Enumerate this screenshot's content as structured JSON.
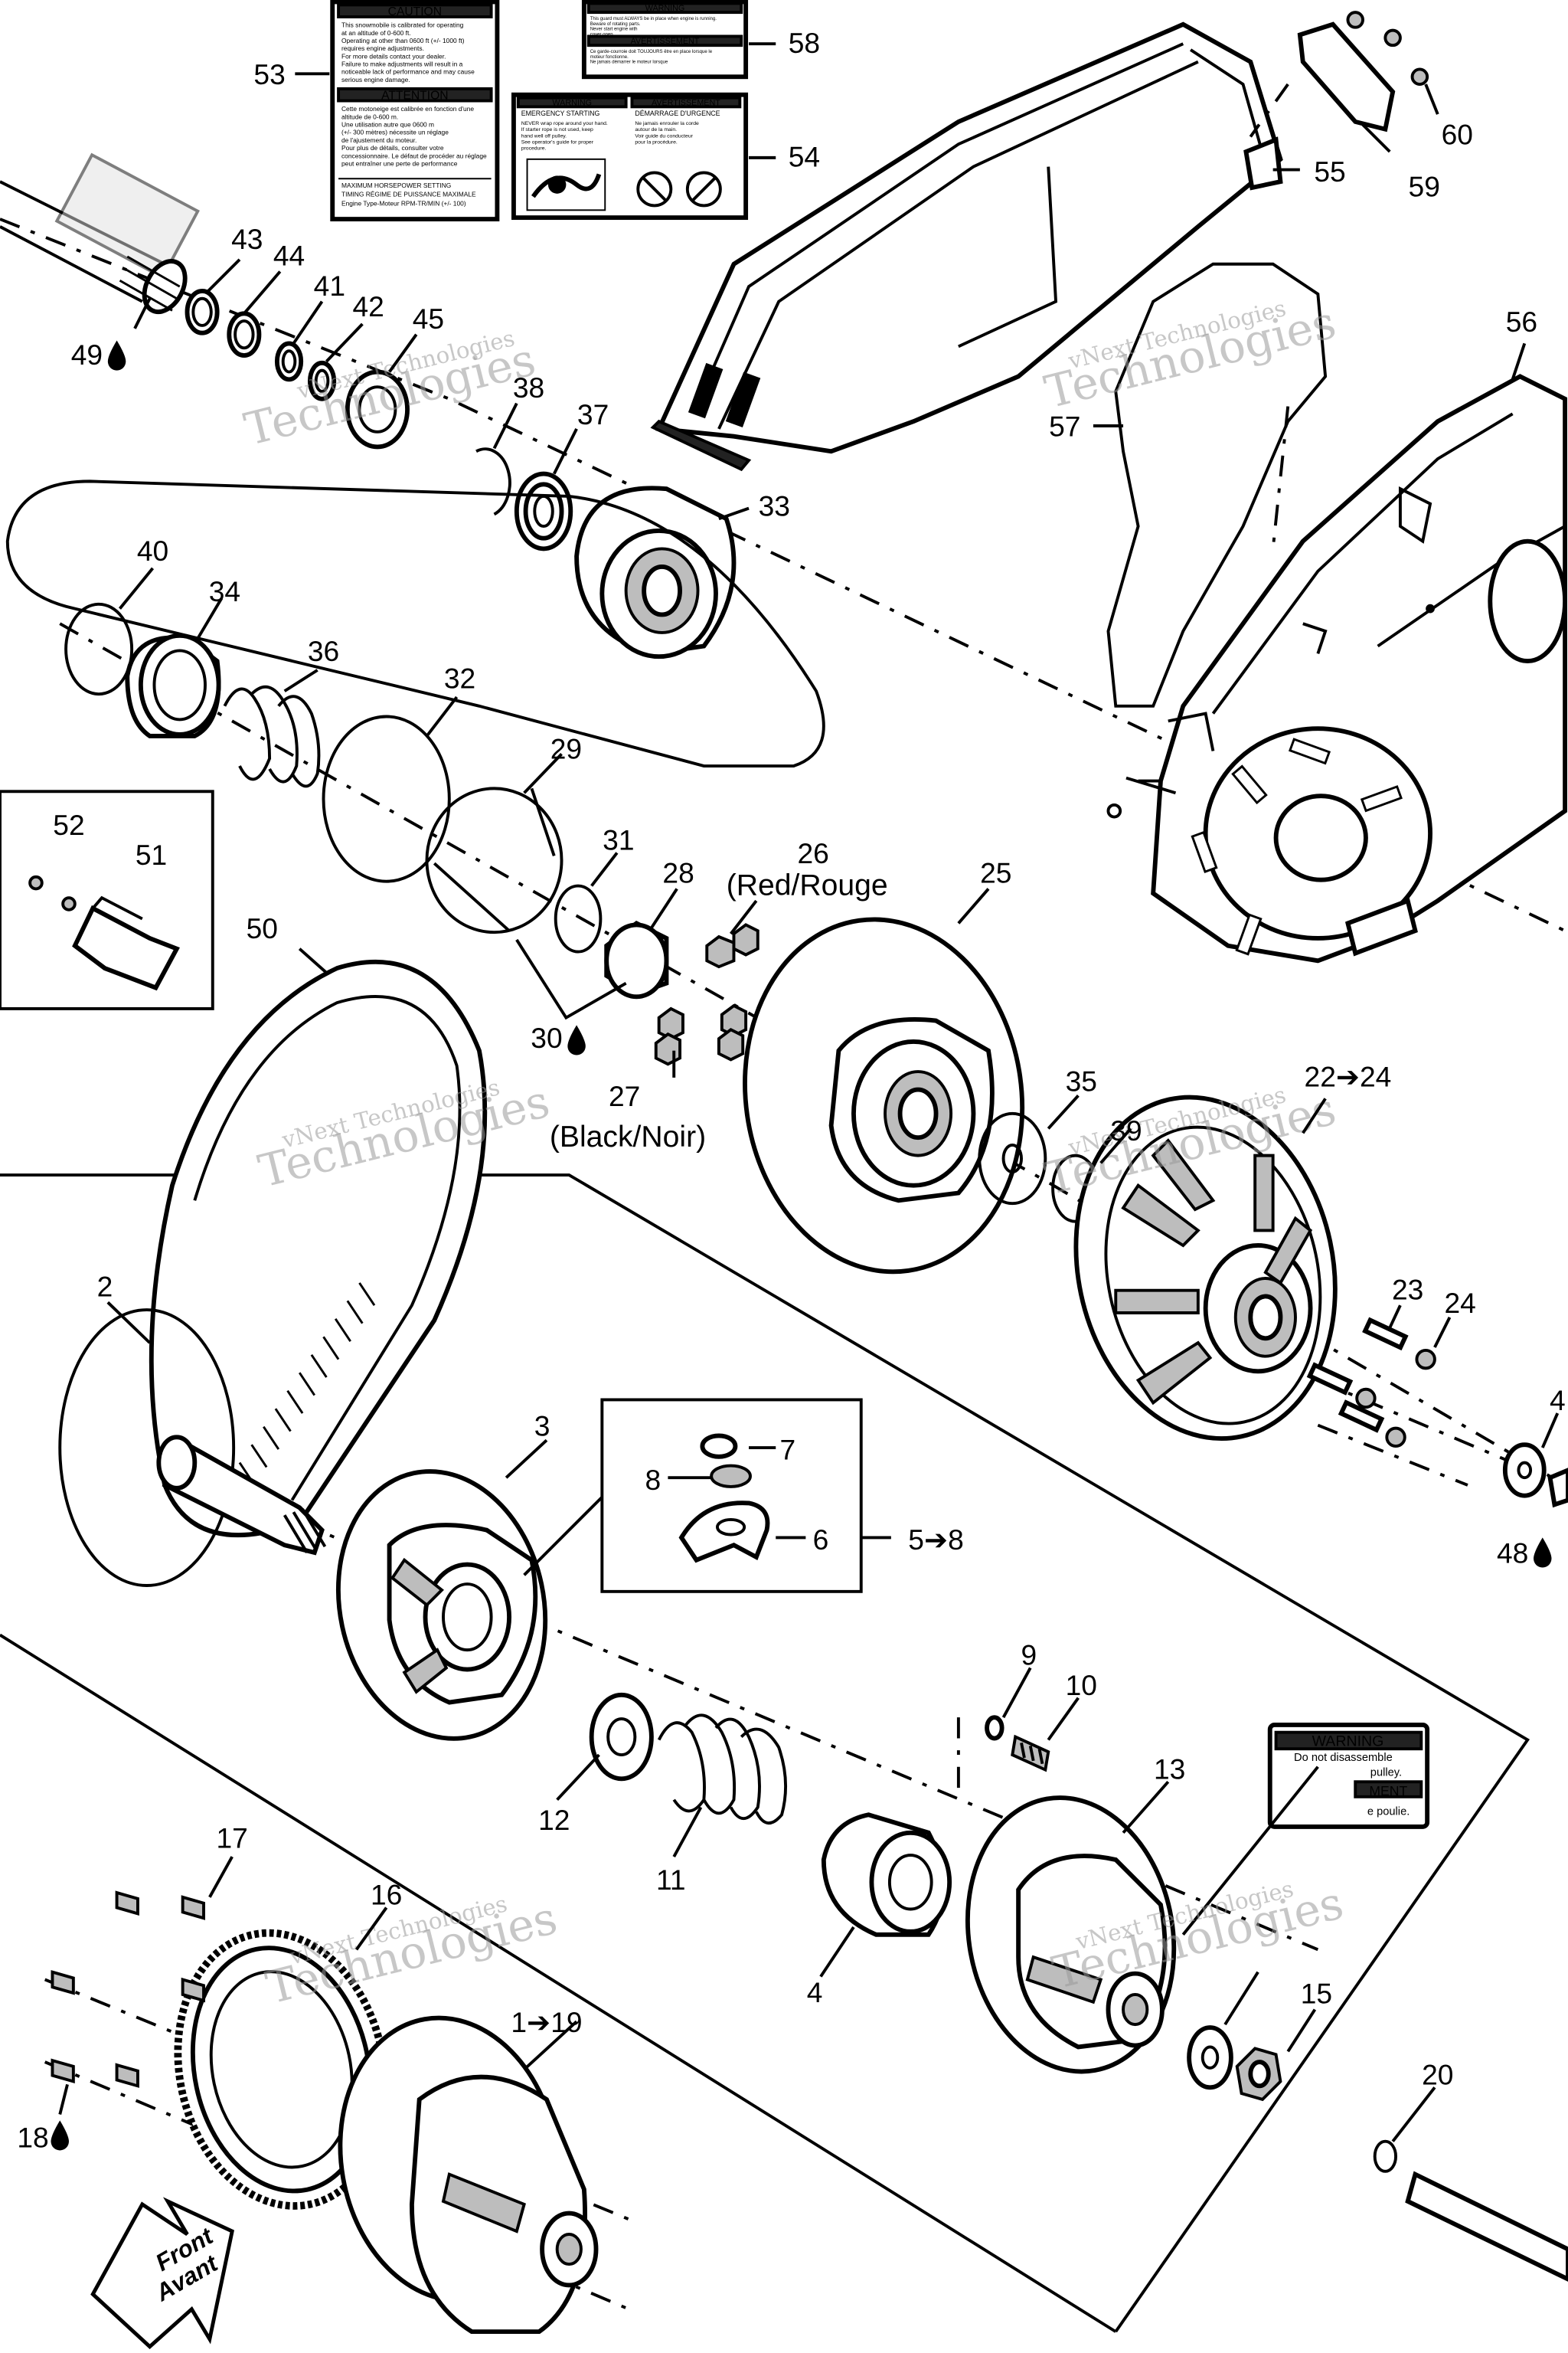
{
  "callouts": [
    {
      "id": "c53",
      "text": "53"
    },
    {
      "id": "c58",
      "text": "58"
    },
    {
      "id": "c54",
      "text": "54"
    },
    {
      "id": "c55",
      "text": "55"
    },
    {
      "id": "c59",
      "text": "59"
    },
    {
      "id": "c60",
      "text": "60"
    },
    {
      "id": "c43",
      "text": "43"
    },
    {
      "id": "c44",
      "text": "44"
    },
    {
      "id": "c41",
      "text": "41"
    },
    {
      "id": "c42",
      "text": "42"
    },
    {
      "id": "c45",
      "text": "45"
    },
    {
      "id": "c49",
      "text": "49"
    },
    {
      "id": "c38",
      "text": "38"
    },
    {
      "id": "c37",
      "text": "37"
    },
    {
      "id": "c33",
      "text": "33"
    },
    {
      "id": "c56",
      "text": "56"
    },
    {
      "id": "c57",
      "text": "57"
    },
    {
      "id": "c40",
      "text": "40"
    },
    {
      "id": "c34",
      "text": "34"
    },
    {
      "id": "c36",
      "text": "36"
    },
    {
      "id": "c32",
      "text": "32"
    },
    {
      "id": "c29",
      "text": "29"
    },
    {
      "id": "c52",
      "text": "52"
    },
    {
      "id": "c51",
      "text": "51"
    },
    {
      "id": "c31",
      "text": "31"
    },
    {
      "id": "c28",
      "text": "28"
    },
    {
      "id": "c26",
      "text": "26"
    },
    {
      "id": "c25",
      "text": "25"
    },
    {
      "id": "c50",
      "text": "50"
    },
    {
      "id": "c30",
      "text": "30"
    },
    {
      "id": "c27",
      "text": "27"
    },
    {
      "id": "c35",
      "text": "35"
    },
    {
      "id": "c39",
      "text": "39"
    },
    {
      "id": "c22",
      "text": "22➔24"
    },
    {
      "id": "c23",
      "text": "23"
    },
    {
      "id": "c24",
      "text": "24"
    },
    {
      "id": "c2",
      "text": "2"
    },
    {
      "id": "c47",
      "text": "4"
    },
    {
      "id": "c48",
      "text": "48"
    },
    {
      "id": "c3",
      "text": "3"
    },
    {
      "id": "c7",
      "text": "7"
    },
    {
      "id": "c8",
      "text": "8"
    },
    {
      "id": "c6",
      "text": "6"
    },
    {
      "id": "c58b",
      "text": "5➔8"
    },
    {
      "id": "c9",
      "text": "9"
    },
    {
      "id": "c10",
      "text": "10"
    },
    {
      "id": "c13",
      "text": "13"
    },
    {
      "id": "c12",
      "text": "12"
    },
    {
      "id": "c11",
      "text": "11"
    },
    {
      "id": "c17",
      "text": "17"
    },
    {
      "id": "c16",
      "text": "16"
    },
    {
      "id": "c4",
      "text": "4"
    },
    {
      "id": "c15",
      "text": "15"
    },
    {
      "id": "c1",
      "text": "1➔19"
    },
    {
      "id": "c20",
      "text": "20"
    },
    {
      "id": "c18",
      "text": "18"
    }
  ],
  "notes": {
    "red": "(Red/Rouge",
    "black": "(Black/Noir)"
  },
  "front_arrow": {
    "line1": "Front",
    "line2": "Avant"
  },
  "watermark": {
    "line1": "vNext Technologies",
    "line2": "Technologies"
  },
  "labels": {
    "l53": {
      "header1": "CAUTION",
      "body1": [
        "This snowmobile is calibrated for operating",
        "at an altitude of 0-600 ft.",
        "Operating at other than 0600 ft (+/- 1000 ft)",
        "requires engine adjustments.",
        "For more details contact your dealer.",
        "Failure to make adjustments will result in a",
        "noticeable lack of performance and may cause",
        "serious engine damage."
      ],
      "header2": "ATTENTION",
      "body2": [
        "Cette motoneige est calibrée en fonction d'une",
        "altitude de 0-600 m.",
        "Une utilisation autre que 0600 m",
        "(+/- 300 mètres) nécessite un réglage",
        "de l'ajustement du moteur.",
        "Pour plus de détails, consulter votre",
        "concessionnaire. Le défaut de procéder au réglage",
        "peut entraîner une perte de performance"
      ],
      "footer": [
        "MAXIMUM HORSEPOWER SETTING",
        "TIMING RÉGIME DE PUISSANCE MAXIMALE",
        "Engine Type-Moteur    RPM-TR/MIN (+/- 100)"
      ]
    },
    "l58": {
      "header1": "WARNING",
      "body1": [
        "This guard must ALWAYS be in place when engine is running.",
        "Beware of rotating parts.",
        "Never start engine with",
        "cover open."
      ],
      "header2": "AVERTISSEMENT",
      "body2": [
        "Ce garde-courroie doit TOUJOURS être en place lorsque le",
        "moteur fonctionne.",
        "Ne jamais démarrer le moteur lorsque"
      ]
    },
    "l54": {
      "header1": "WARNING",
      "subhead1": "EMERGENCY STARTING",
      "body1": [
        "NEVER wrap rope around your hand.",
        "If starter rope is not used, keep",
        "hand well off pulley.",
        "See operator's guide for proper",
        "procedure."
      ],
      "header2": "AVERTISSEMENT",
      "subhead2": "DÉMARRAGE D'URGENCE",
      "body2": [
        "Ne jamais enrouler la corde",
        "autour de la main.",
        "Voir guide du conducteur",
        "pour la procédure."
      ]
    },
    "l14": {
      "header1": "WARNING",
      "line1": "Do not disassemble",
      "line2": "pulley.",
      "header2": "MENT",
      "line3": "e poulie."
    }
  }
}
